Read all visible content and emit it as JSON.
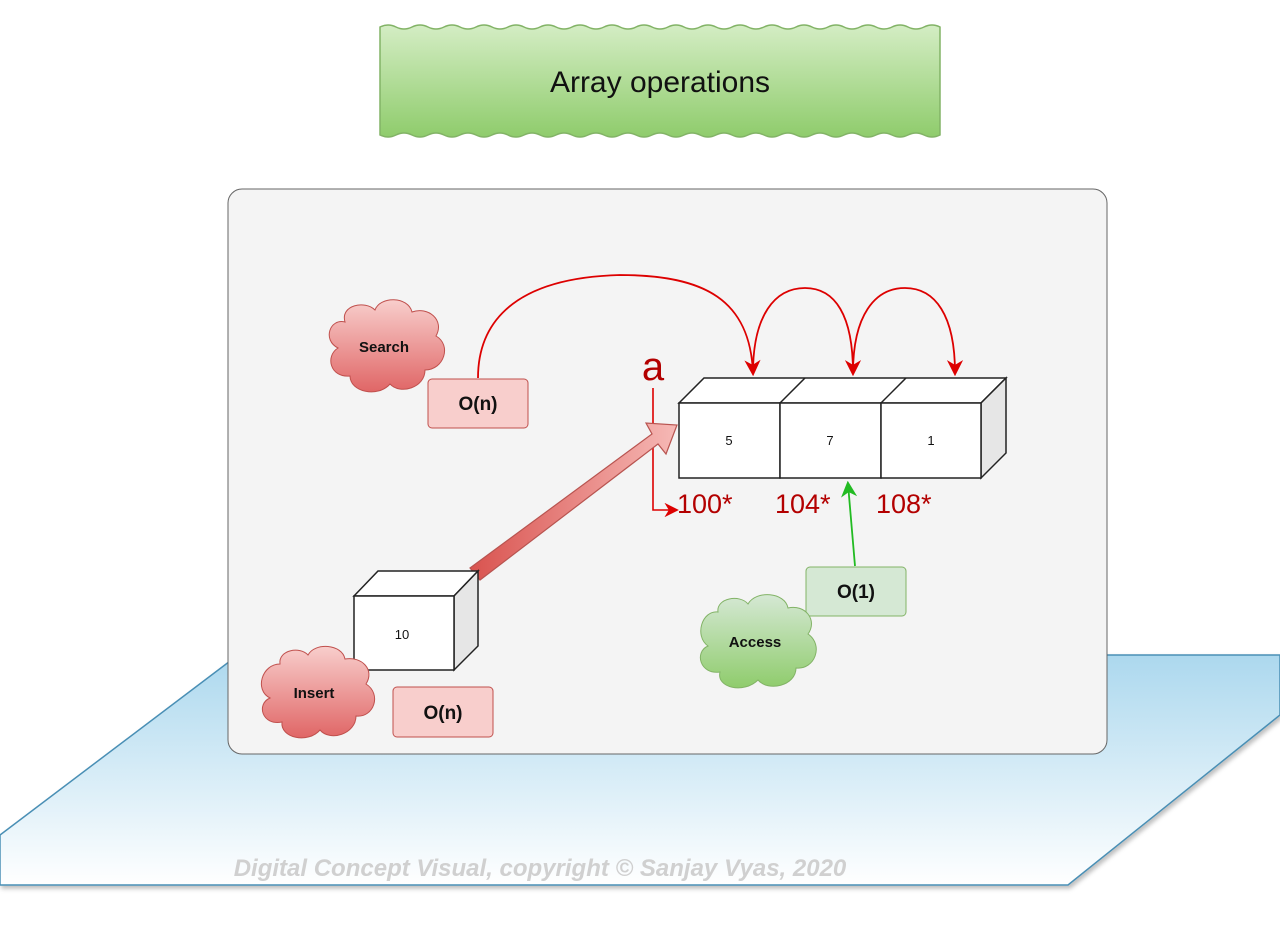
{
  "title": "Array operations",
  "array": {
    "variable": "a",
    "values": [
      "5",
      "7",
      "1"
    ],
    "addresses": [
      "100*",
      "104*",
      "108*"
    ]
  },
  "insert": {
    "label": "Insert",
    "complexity": "O(n)",
    "value": "10"
  },
  "search": {
    "label": "Search",
    "complexity": "O(n)"
  },
  "access": {
    "label": "Access",
    "complexity": "O(1)"
  },
  "footer": "Digital Concept Visual, copyright © Sanjay Vyas, 2020",
  "colors": {
    "title_fill": "#97d077",
    "red_cloud": "#e57373",
    "red_box": "#f8cecc",
    "green_cloud": "#97d077",
    "green_box": "#d5e8d4",
    "arrow_red": "#dd0000",
    "arrow_green": "#22bb22",
    "floor": "#b1ddf0",
    "panel": "#f5f5f5"
  }
}
